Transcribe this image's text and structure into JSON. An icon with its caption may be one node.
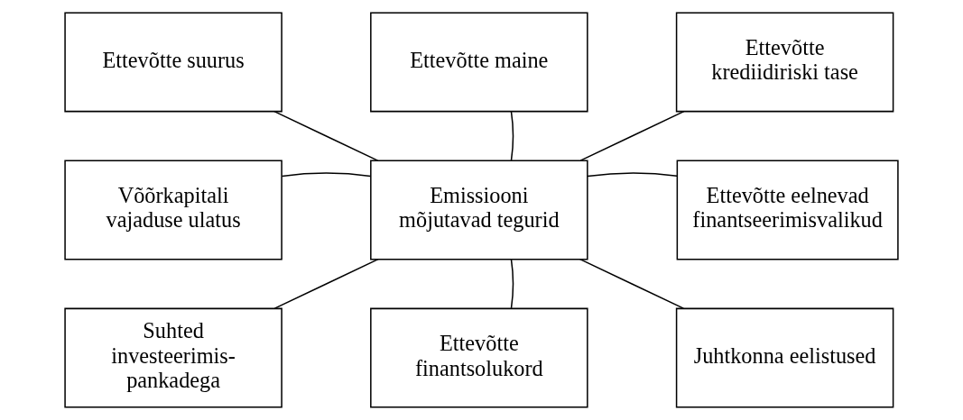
{
  "diagram": {
    "nodes": [
      {
        "text": [
          "Ettevõtte suurus"
        ]
      },
      {
        "text": [
          "Ettevõtte maine"
        ]
      },
      {
        "text": [
          "Ettevõtte krediidiriski tase"
        ]
      },
      {
        "text": [
          "Võõrkapitali vajaduse ulatus"
        ]
      },
      {
        "text": [
          "Emissiooni mõjutavad tegurid"
        ]
      },
      {
        "text": [
          "Ettevõtte eelnevad finantseerimisvalikud"
        ]
      },
      {
        "text": [
          "Suhted investeerimis- pankadega"
        ]
      },
      {
        "text": [
          "Ettevõtte finantsolukord"
        ]
      },
      {
        "text": [
          "Juhtkonna eelistused"
        ]
      }
    ],
    "edges": [
      {
        "from": 4,
        "to": 0,
        "arrow": "none"
      },
      {
        "from": 4,
        "to": 1,
        "arrow": "none"
      },
      {
        "from": 4,
        "to": 2,
        "arrow": "none"
      },
      {
        "from": 4,
        "to": 3,
        "arrow": "none"
      },
      {
        "from": 4,
        "to": 5,
        "arrow": "none"
      },
      {
        "from": 4,
        "to": 6,
        "arrow": "none"
      },
      {
        "from": 4,
        "to": 7,
        "arrow": "none"
      },
      {
        "from": 4,
        "to": 8,
        "arrow": "none"
      }
    ]
  }
}
